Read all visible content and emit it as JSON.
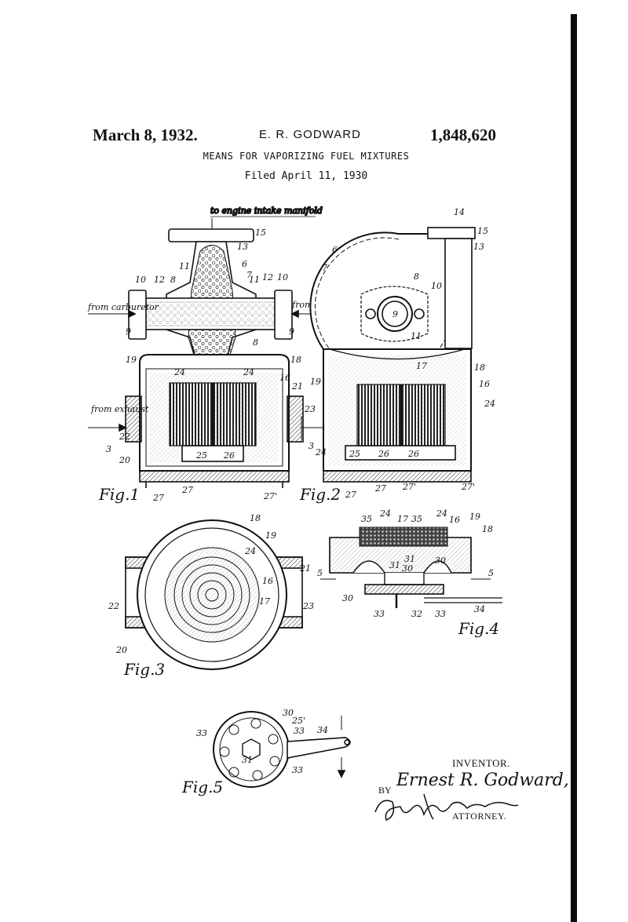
{
  "header": {
    "date": "March 8, 1932.",
    "inventor": "E. R. GODWARD",
    "patent_number": "1,848,620",
    "title": "MEANS FOR VAPORIZING FUEL MIXTURES",
    "filed": "Filed April 11, 1930"
  },
  "annotations": {
    "to_engine": "to engine intake manifold",
    "from_carburetor_left": "from carburetor",
    "from_carburetor_right": "from carburetor",
    "from_exhaust": "from exhaust"
  },
  "figures": {
    "fig1": "Fig.1",
    "fig2": "Fig.2",
    "fig3": "Fig.3",
    "fig4": "Fig.4",
    "fig5": "Fig.5"
  },
  "reference_numerals": {
    "n3": "3",
    "n5": "5",
    "n6": "6",
    "n7": "7",
    "n8": "8",
    "n9": "9",
    "n10": "10",
    "n11": "11",
    "n12": "12",
    "n13": "13",
    "n14": "14",
    "n15": "15",
    "n16": "16",
    "n17": "17",
    "n18": "18",
    "n19": "19",
    "n20": "20",
    "n21": "21",
    "n22": "22",
    "n23": "23",
    "n24": "24",
    "n25": "25",
    "n26": "26",
    "n27": "27",
    "n27p": "27'",
    "n25p": "25'",
    "n30": "30",
    "n31": "31",
    "n32": "32",
    "n33": "33",
    "n34": "34",
    "n35": "35"
  },
  "signature": {
    "inventor_label": "INVENTOR.",
    "inventor_name": "Ernest R. Godward,",
    "by": "BY",
    "attorney_name": "George D. Richards",
    "attorney_label": "ATTORNEY."
  }
}
